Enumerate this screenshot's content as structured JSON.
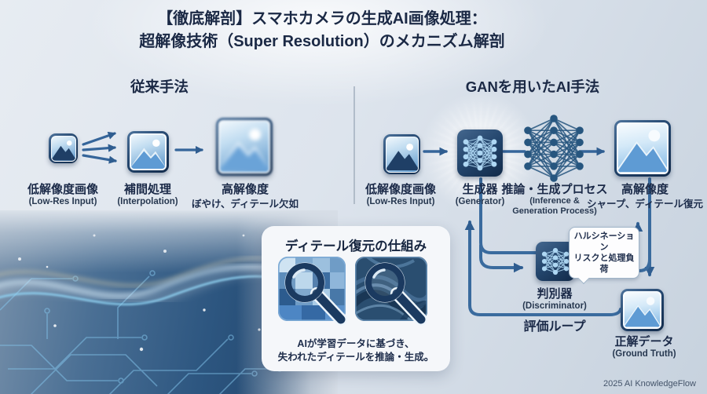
{
  "title": {
    "line1": "【徹底解剖】スマホカメラの生成AI画像処理：",
    "line2": "超解像技術（Super Resolution）のメカニズム解剖"
  },
  "conventional": {
    "header": "従来手法",
    "low_res": {
      "jp": "低解像度画像",
      "en": "(Low-Res Input)"
    },
    "interpolation": {
      "jp": "補間処理",
      "en": "(Interpolation)"
    },
    "high_res": {
      "jp": "高解像度",
      "note": "ぼやけ、ディテール欠如"
    }
  },
  "gan": {
    "header": "GANを用いたAI手法",
    "low_res": {
      "jp": "低解像度画像",
      "en": "(Low-Res Input)"
    },
    "generator": {
      "jp": "生成器",
      "en": "(Generator)"
    },
    "inference": {
      "jp": "推論・生成プロセス",
      "en1": "(Inference &",
      "en2": "Generation Process)"
    },
    "high_res": {
      "jp": "高解像度",
      "note": "シャープ、ディテール復元"
    },
    "discriminator": {
      "jp": "判別器",
      "en": "(Discriminator)"
    },
    "eval_loop": "評価ループ",
    "ground_truth": {
      "jp": "正解データ",
      "en": "(Ground Truth)"
    },
    "callout": {
      "line1": "ハルシネーション",
      "line2": "リスクと処理負荷"
    }
  },
  "detail_panel": {
    "title": "ディテール復元の仕組み",
    "body1": "AIが学習データに基づき、",
    "body2": "失われたディテールを推論・生成。"
  },
  "credit": "2025 AI KnowledgeFlow",
  "colors": {
    "text_navy": "#1b2a48",
    "arrow_blue": "#35659a",
    "icon_frame_navy": "#1d3a5e",
    "network_light": "#aed7f3",
    "network_dark": "#27567f",
    "panel_bg": "#f5f7fa",
    "callout_border": "#9fb4c8"
  }
}
